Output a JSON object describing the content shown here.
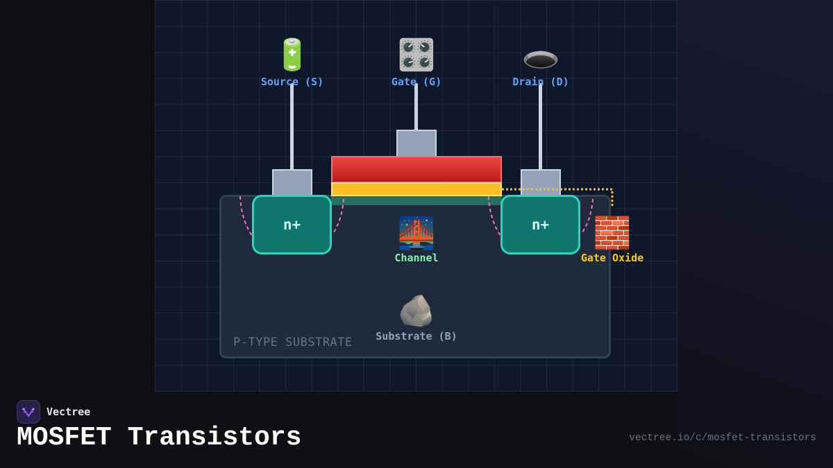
{
  "diagram": {
    "terminals": [
      {
        "id": "source",
        "label": "Source (S)",
        "icon": "battery-icon",
        "glyph": "🔋"
      },
      {
        "id": "gate",
        "label": "Gate (G)",
        "icon": "control-knobs-icon",
        "glyph": "🎛️"
      },
      {
        "id": "drain",
        "label": "Drain (D)",
        "icon": "hole-icon",
        "glyph": "🕳️"
      }
    ],
    "regions": {
      "source_doping": "n+",
      "drain_doping": "n+",
      "channel": {
        "label": "Channel",
        "icon": "bridge-at-night-icon",
        "glyph": "🌉"
      },
      "gate_oxide": {
        "label": "Gate Oxide",
        "icon": "brick-icon",
        "glyph": "🧱"
      },
      "substrate": {
        "label": "Substrate (B)",
        "icon": "rock-icon",
        "glyph": "🪨"
      },
      "substrate_type": "P-TYPE SUBSTRATE"
    },
    "colors": {
      "gate_metal": "#dc2626",
      "gate_oxide": "#fbbf24",
      "n_plus": "#0f766e",
      "n_plus_border": "#2dd4bf",
      "depletion_boundary": "#f472b6",
      "terminal_label": "#60a5fa"
    }
  },
  "footer": {
    "brand": "Vectree",
    "title": "MOSFET Transistors",
    "url": "vectree.io/c/mosfet-transistors"
  }
}
